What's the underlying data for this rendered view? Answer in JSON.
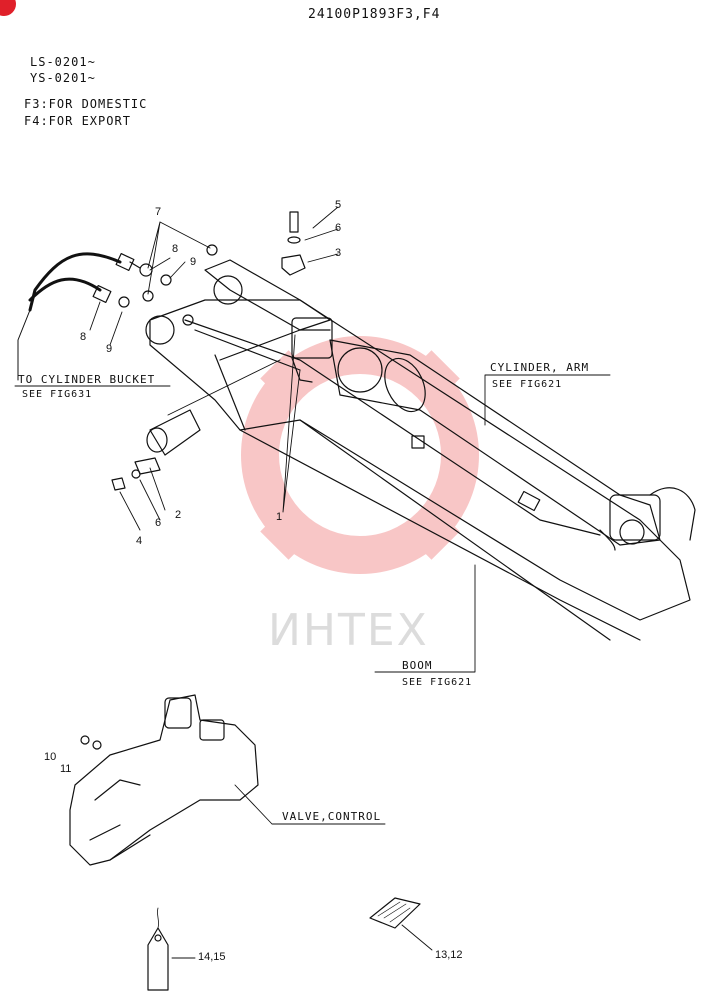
{
  "header": {
    "part_code": "24100P1893F3,F4"
  },
  "serials": [
    "LS-0201~",
    "YS-0201~"
  ],
  "notes": [
    "F3:FOR DOMESTIC",
    "F4:FOR EXPORT"
  ],
  "references": {
    "cylinder_bucket": {
      "title": "TO CYLINDER BUCKET",
      "see": "SEE FIG631"
    },
    "cylinder_arm": {
      "title": "CYLINDER, ARM",
      "see": "SEE FIG621"
    },
    "boom": {
      "title": "BOOM",
      "see": "SEE FIG621"
    },
    "valve_control": {
      "title": "VALVE,CONTROL"
    }
  },
  "callouts": {
    "c1": "1",
    "c2": "2",
    "c3": "3",
    "c4": "4",
    "c5": "5",
    "c6a": "6",
    "c6b": "6",
    "c7": "7",
    "c8a": "8",
    "c8b": "8",
    "c9a": "9",
    "c9b": "9",
    "c10": "10",
    "c11": "11",
    "c1415": "14,15",
    "c1312": "13,12"
  },
  "watermark": {
    "text": "ИНТЕХ",
    "color": "#f4a0a0"
  }
}
